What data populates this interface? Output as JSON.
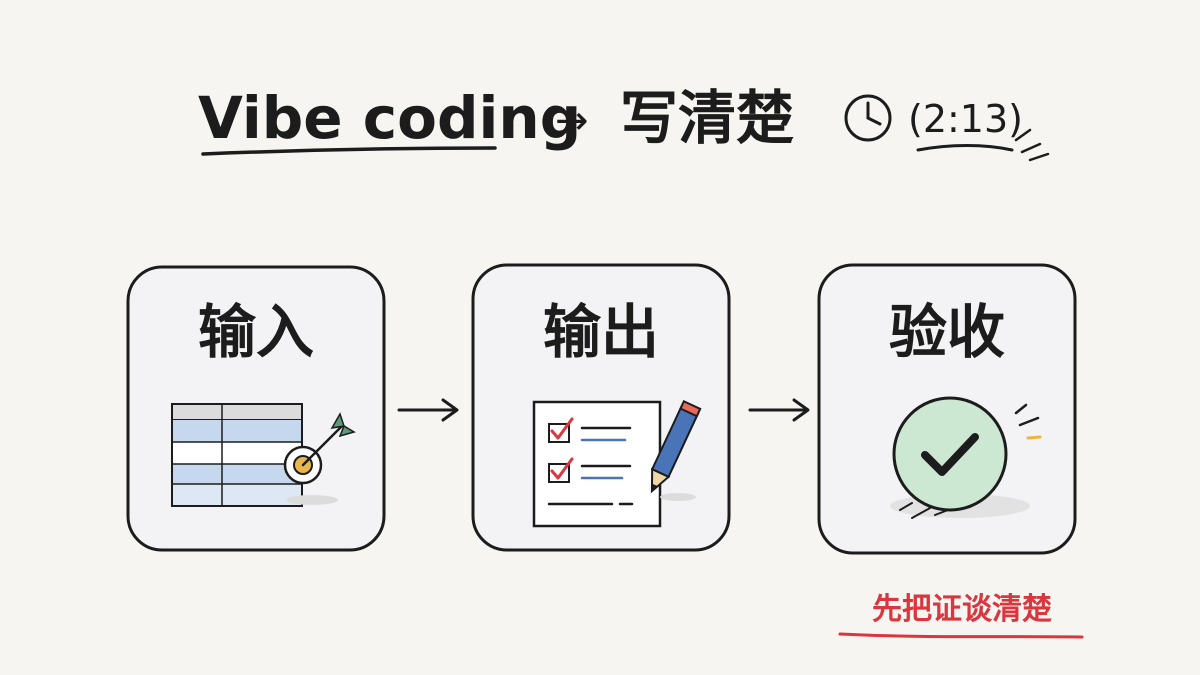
{
  "title": {
    "vibe_text": "Vibe coding",
    "arrow": "→",
    "cjk_text": "写清楚",
    "time": "(2:13)",
    "clock_icon": "clock-icon"
  },
  "steps": [
    {
      "label": "输入",
      "icon": "table-target-icon"
    },
    {
      "label": "输出",
      "icon": "checklist-pencil-icon"
    },
    {
      "label": "验收",
      "icon": "check-circle-icon"
    }
  ],
  "connector_icon": "arrow-right-icon",
  "note": {
    "text": "先把证谈清楚",
    "color": "#d9363e"
  },
  "colors": {
    "ink": "#1c1c1c",
    "card_fill": "#f3f3f5",
    "table_blue": "#c6d8ee",
    "target_gold": "#e8b64a",
    "target_green": "#5e9a79",
    "check_red": "#d9363e",
    "pencil_blue": "#4a74b8",
    "done_green": "#cde8d2",
    "accent_yellow": "#f0b43a"
  }
}
